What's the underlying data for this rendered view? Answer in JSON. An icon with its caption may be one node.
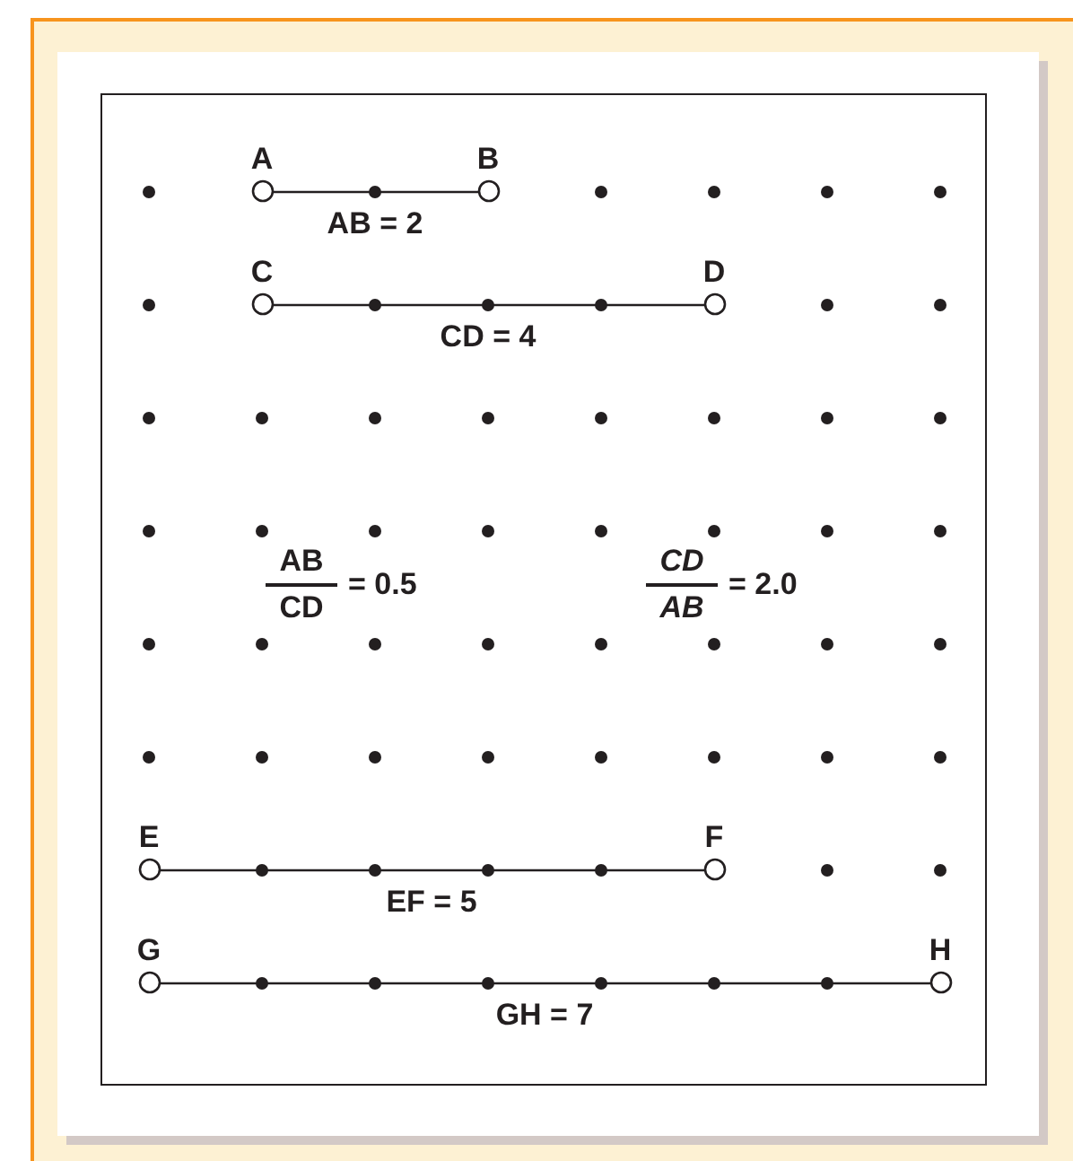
{
  "diagram": {
    "nodes": [
      {
        "text": [
          "A"
        ]
      },
      {
        "text": [
          "B"
        ]
      },
      {
        "text": [
          "C"
        ]
      },
      {
        "text": [
          "D"
        ]
      },
      {
        "text": [
          "E"
        ]
      },
      {
        "text": [
          "F"
        ]
      },
      {
        "text": [
          "G"
        ]
      },
      {
        "text": [
          "H"
        ]
      }
    ],
    "edges": [
      {
        "from": 0,
        "to": 1,
        "arrow": "none",
        "label": "AB = 2"
      },
      {
        "from": 2,
        "to": 3,
        "arrow": "none",
        "label": "CD = 4"
      },
      {
        "from": 4,
        "to": 5,
        "arrow": "none",
        "label": "EF = 5"
      },
      {
        "from": 6,
        "to": 7,
        "arrow": "none",
        "label": "GH = 7"
      }
    ],
    "labels": [
      "AB",
      "CD",
      "= 0.5",
      "CD",
      "AB",
      "= 2.0"
    ]
  }
}
